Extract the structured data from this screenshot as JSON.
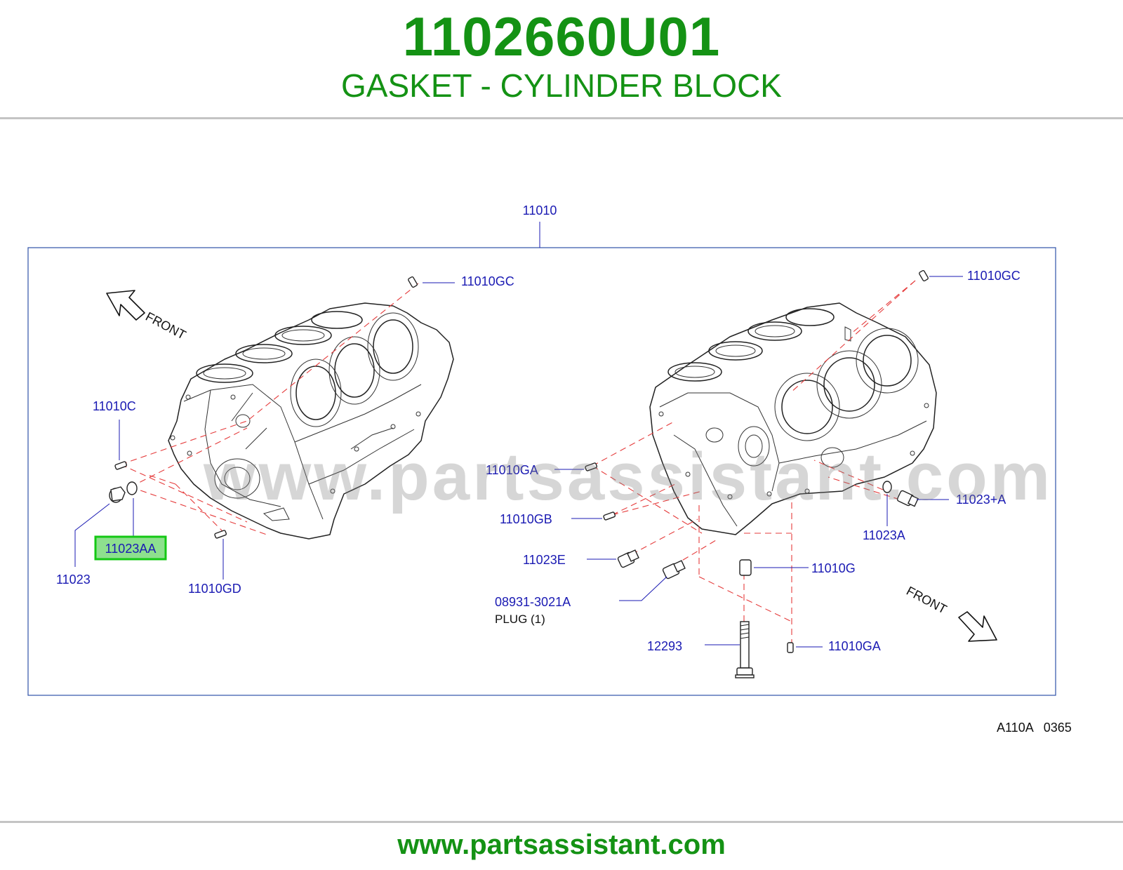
{
  "header": {
    "part_number": "1102660U01",
    "part_name": "GASKET - CYLINDER BLOCK"
  },
  "diagram": {
    "watermark": "www.partsassistant.com",
    "front_label": "FRONT",
    "code": "A110A   0365",
    "callouts": {
      "main": "11010",
      "c_11010gc_left": "11010GC",
      "c_11010gc_right": "11010GC",
      "c_11010c": "11010C",
      "c_11023aa": "11023AA",
      "c_11023": "11023",
      "c_11010gd": "11010GD",
      "c_11010ga_mid": "11010GA",
      "c_11010gb": "11010GB",
      "c_11023e": "11023E",
      "c_08931": "08931-3021A",
      "c_plug": "PLUG    (1)",
      "c_12293": "12293",
      "c_11010ga_bottom": "11010GA",
      "c_11010g": "11010G",
      "c_11023a": "11023A",
      "c_11023plusa": "11023+A"
    },
    "highlighted_callout": "11023AA",
    "colors": {
      "title_green": "#149214",
      "callout_blue": "#1a1ab3",
      "dash_red": "#e53b3b",
      "highlight_fill": "#8ee08e",
      "highlight_border": "#14c814"
    }
  },
  "footer": {
    "url_text": "www.partsassistant.com"
  }
}
